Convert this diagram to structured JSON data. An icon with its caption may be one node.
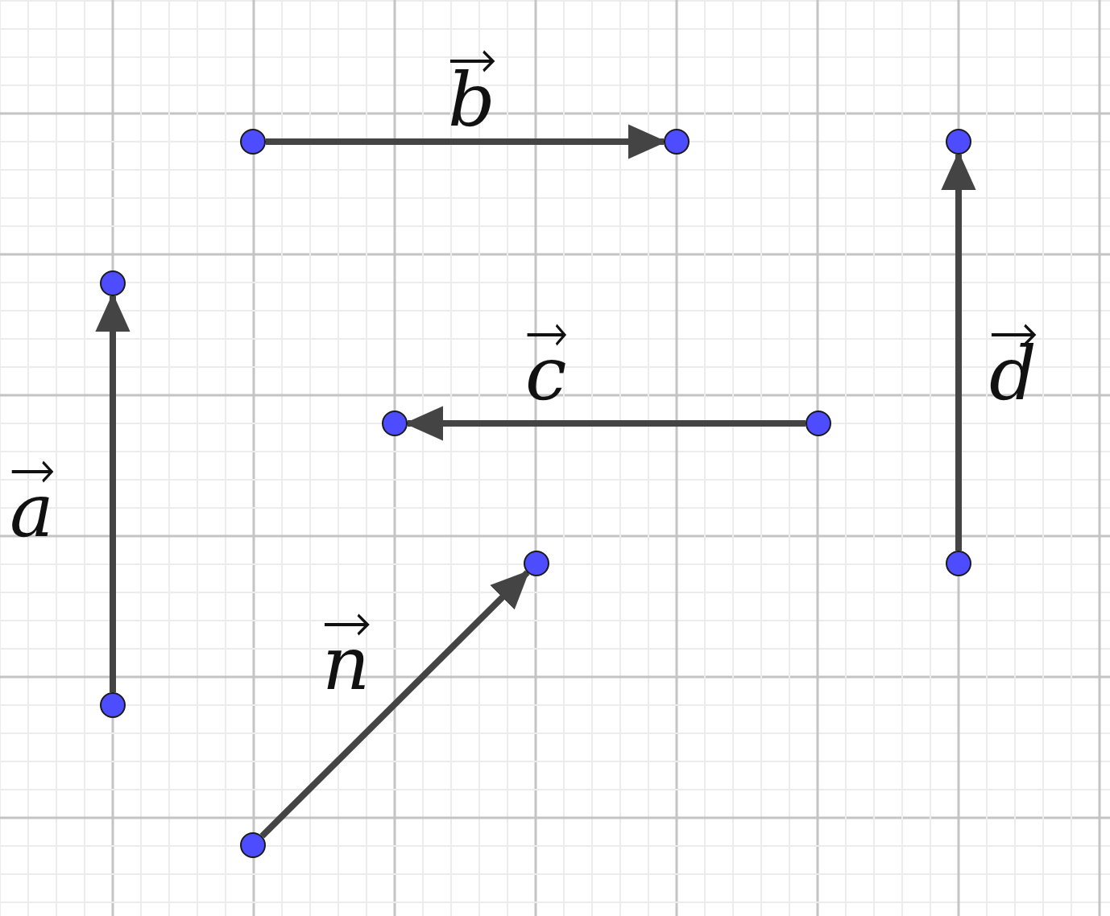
{
  "diagram": {
    "nodes": [
      {
        "text": [],
        "shape": "circle"
      },
      {
        "text": [],
        "shape": "circle"
      },
      {
        "text": [],
        "shape": "circle"
      },
      {
        "text": [],
        "shape": "circle"
      },
      {
        "text": [],
        "shape": "circle"
      },
      {
        "text": [],
        "shape": "circle"
      },
      {
        "text": [],
        "shape": "circle"
      },
      {
        "text": [],
        "shape": "circle"
      },
      {
        "text": [],
        "shape": "circle"
      },
      {
        "text": [],
        "shape": "circle"
      }
    ],
    "edges": [
      {
        "from": 8,
        "to": 3,
        "arrow": "to",
        "label": "a"
      },
      {
        "from": 0,
        "to": 1,
        "arrow": "to",
        "label": "b"
      },
      {
        "from": 5,
        "to": 4,
        "arrow": "to",
        "label": "c"
      },
      {
        "from": 7,
        "to": 2,
        "arrow": "to",
        "label": "d"
      },
      {
        "from": 9,
        "to": 6,
        "arrow": "to",
        "label": "n"
      }
    ]
  }
}
